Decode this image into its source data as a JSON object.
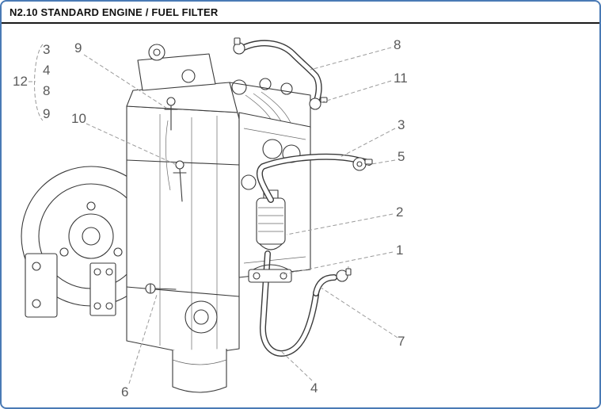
{
  "page": {
    "title": "N2.10 STANDARD ENGINE / FUEL FILTER"
  },
  "colors": {
    "border_accent": "#4a7ab5",
    "line_art": "#3a3a3a",
    "callout_text": "#5a5a5a",
    "leader_line": "#9a9a9a"
  },
  "diagram": {
    "group_callout": {
      "label": "12",
      "items": [
        "3",
        "4",
        "8",
        "9"
      ]
    },
    "callouts": {
      "c1": "1",
      "c2": "2",
      "c3": "3",
      "c4": "4",
      "c5": "5",
      "c6": "6",
      "c7": "7",
      "c8": "8",
      "c9": "9",
      "c10": "10",
      "c11": "11"
    }
  }
}
